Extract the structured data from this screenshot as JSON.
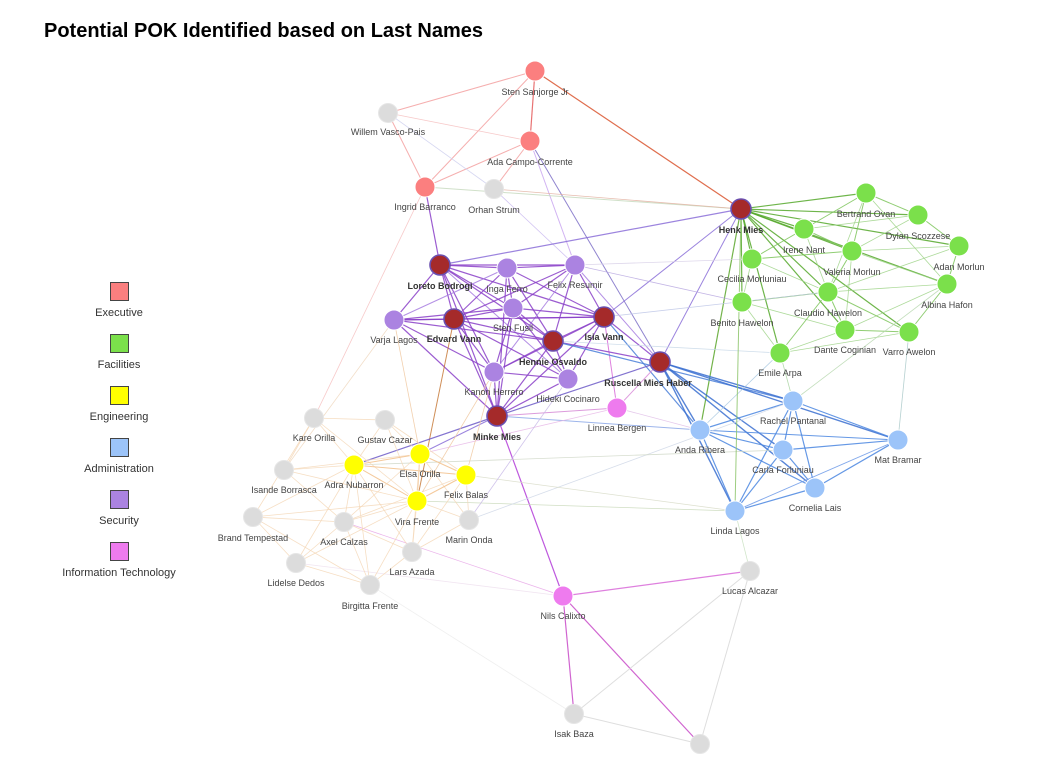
{
  "title": "Potential POK Identified based on Last Names",
  "legend": [
    {
      "label": "Executive",
      "color": "#fb7f7f"
    },
    {
      "label": "Facilities",
      "color": "#7be04b"
    },
    {
      "label": "Engineering",
      "color": "#ffff00"
    },
    {
      "label": "Administration",
      "color": "#9cc4f9"
    },
    {
      "label": "Security",
      "color": "#ab83e1"
    },
    {
      "label": "Information Technology",
      "color": "#ee7bee"
    }
  ],
  "colors": {
    "Executive": "#fb7f7f",
    "Facilities": "#7be04b",
    "Engineering": "#ffff00",
    "Administration": "#9cc4f9",
    "Security": "#ab83e1",
    "Information Technology": "#ee7bee",
    "Unknown": "#dcdcdc",
    "POK": "#a52a2a"
  },
  "nodes": [
    {
      "id": "Sten Sanjorge Jr",
      "group": "Executive"
    },
    {
      "id": "Ada Campo-Corrente",
      "group": "Executive"
    },
    {
      "id": "Ingrid Barranco",
      "group": "Executive"
    },
    {
      "id": "Willem Vasco-Pais",
      "group": "Unknown"
    },
    {
      "id": "Orhan Strum",
      "group": "Unknown"
    },
    {
      "id": "Henk Mies",
      "group": "POK"
    },
    {
      "id": "Bertrand Ovan",
      "group": "Facilities"
    },
    {
      "id": "Dylan Scozzese",
      "group": "Facilities"
    },
    {
      "id": "Irene Nant",
      "group": "Facilities"
    },
    {
      "id": "Adan Morlun",
      "group": "Facilities"
    },
    {
      "id": "Cecilia Morluniau",
      "group": "Facilities"
    },
    {
      "id": "Valeria Morlun",
      "group": "Facilities"
    },
    {
      "id": "Albina Hafon",
      "group": "Facilities"
    },
    {
      "id": "Benito Hawelon",
      "group": "Facilities"
    },
    {
      "id": "Claudio Hawelon",
      "group": "Facilities"
    },
    {
      "id": "Dante Coginian",
      "group": "Facilities"
    },
    {
      "id": "Varro Awelon",
      "group": "Facilities"
    },
    {
      "id": "Emile Arpa",
      "group": "Facilities"
    },
    {
      "id": "Loreto Bodrogi",
      "group": "POK"
    },
    {
      "id": "Inga Ferro",
      "group": "Security"
    },
    {
      "id": "Felix Resumir",
      "group": "Security"
    },
    {
      "id": "Varja Lagos",
      "group": "Security"
    },
    {
      "id": "Edvard Vann",
      "group": "POK"
    },
    {
      "id": "Sten Fusil",
      "group": "Security"
    },
    {
      "id": "Isia Vann",
      "group": "POK"
    },
    {
      "id": "Hennie Osvaldo",
      "group": "POK"
    },
    {
      "id": "Ruscella Mies Haber",
      "group": "POK"
    },
    {
      "id": "Kanon Herrero",
      "group": "Security"
    },
    {
      "id": "Hideki Cocinaro",
      "group": "Security"
    },
    {
      "id": "Minke Mies",
      "group": "POK"
    },
    {
      "id": "Linnea Bergen",
      "group": "Information Technology"
    },
    {
      "id": "Nils Calixto",
      "group": "Information Technology"
    },
    {
      "id": "Rachel Pantanal",
      "group": "Administration"
    },
    {
      "id": "Anda Ribera",
      "group": "Administration"
    },
    {
      "id": "Mat Bramar",
      "group": "Administration"
    },
    {
      "id": "Carla Forluniau",
      "group": "Administration"
    },
    {
      "id": "Cornelia Lais",
      "group": "Administration"
    },
    {
      "id": "Linda Lagos",
      "group": "Administration"
    },
    {
      "id": "Kare Orilla",
      "group": "Unknown"
    },
    {
      "id": "Gustav Cazar",
      "group": "Unknown"
    },
    {
      "id": "Isande Borrasca",
      "group": "Unknown"
    },
    {
      "id": "Adra Nubarron",
      "group": "Engineering"
    },
    {
      "id": "Elsa Orilla",
      "group": "Engineering"
    },
    {
      "id": "Felix Balas",
      "group": "Engineering"
    },
    {
      "id": "Vira Frente",
      "group": "Engineering"
    },
    {
      "id": "Brand Tempestad",
      "group": "Unknown"
    },
    {
      "id": "Axel Calzas",
      "group": "Unknown"
    },
    {
      "id": "Marin Onda",
      "group": "Unknown"
    },
    {
      "id": "Lidelse Dedos",
      "group": "Unknown"
    },
    {
      "id": "Lars Azada",
      "group": "Unknown"
    },
    {
      "id": "Birgitta Frente",
      "group": "Unknown"
    },
    {
      "id": "Lucas Alcazar",
      "group": "Unknown"
    },
    {
      "id": "Isak Baza",
      "group": "Unknown"
    },
    {
      "id": "Unnamed",
      "group": "Unknown",
      "label": ""
    }
  ]
}
